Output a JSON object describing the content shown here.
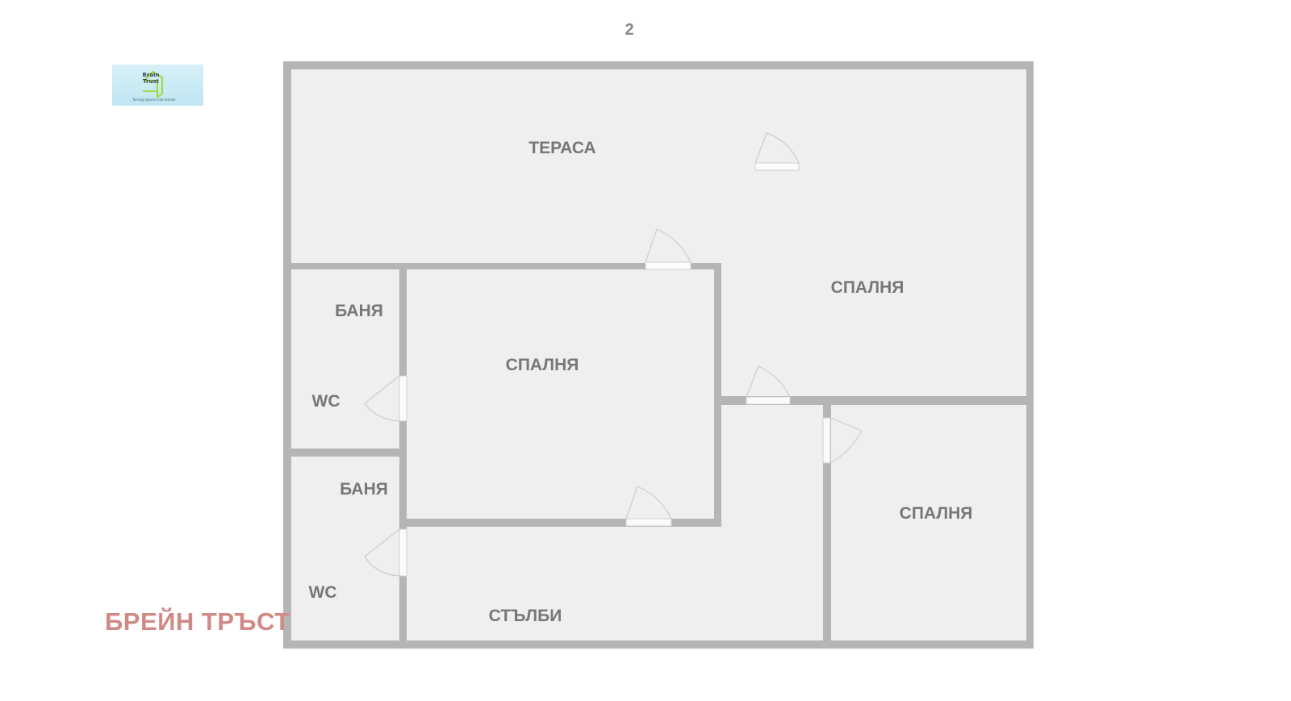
{
  "floor_number": "2",
  "logo": {
    "name_line1": "Brain",
    "name_line2": "Trust",
    "tagline": "Turning spaces into stories"
  },
  "watermark": "БРЕЙН ТРЪСТ",
  "rooms": {
    "terrace": "ТЕРАСА",
    "bedroom_center": "СПАЛНЯ",
    "bedroom_right_top": "СПАЛНЯ",
    "bedroom_right_bottom": "СПАЛНЯ",
    "bathroom_top": "БАНЯ",
    "wc_top": "WC",
    "bathroom_bottom": "БАНЯ",
    "wc_bottom": "WC",
    "stairs": "СТЪЛБИ"
  },
  "colors": {
    "wall": "#b5b5b5",
    "floor": "#efefef",
    "door": "#cfcfcf",
    "watermark": "#d08a86",
    "label": "#777777"
  }
}
